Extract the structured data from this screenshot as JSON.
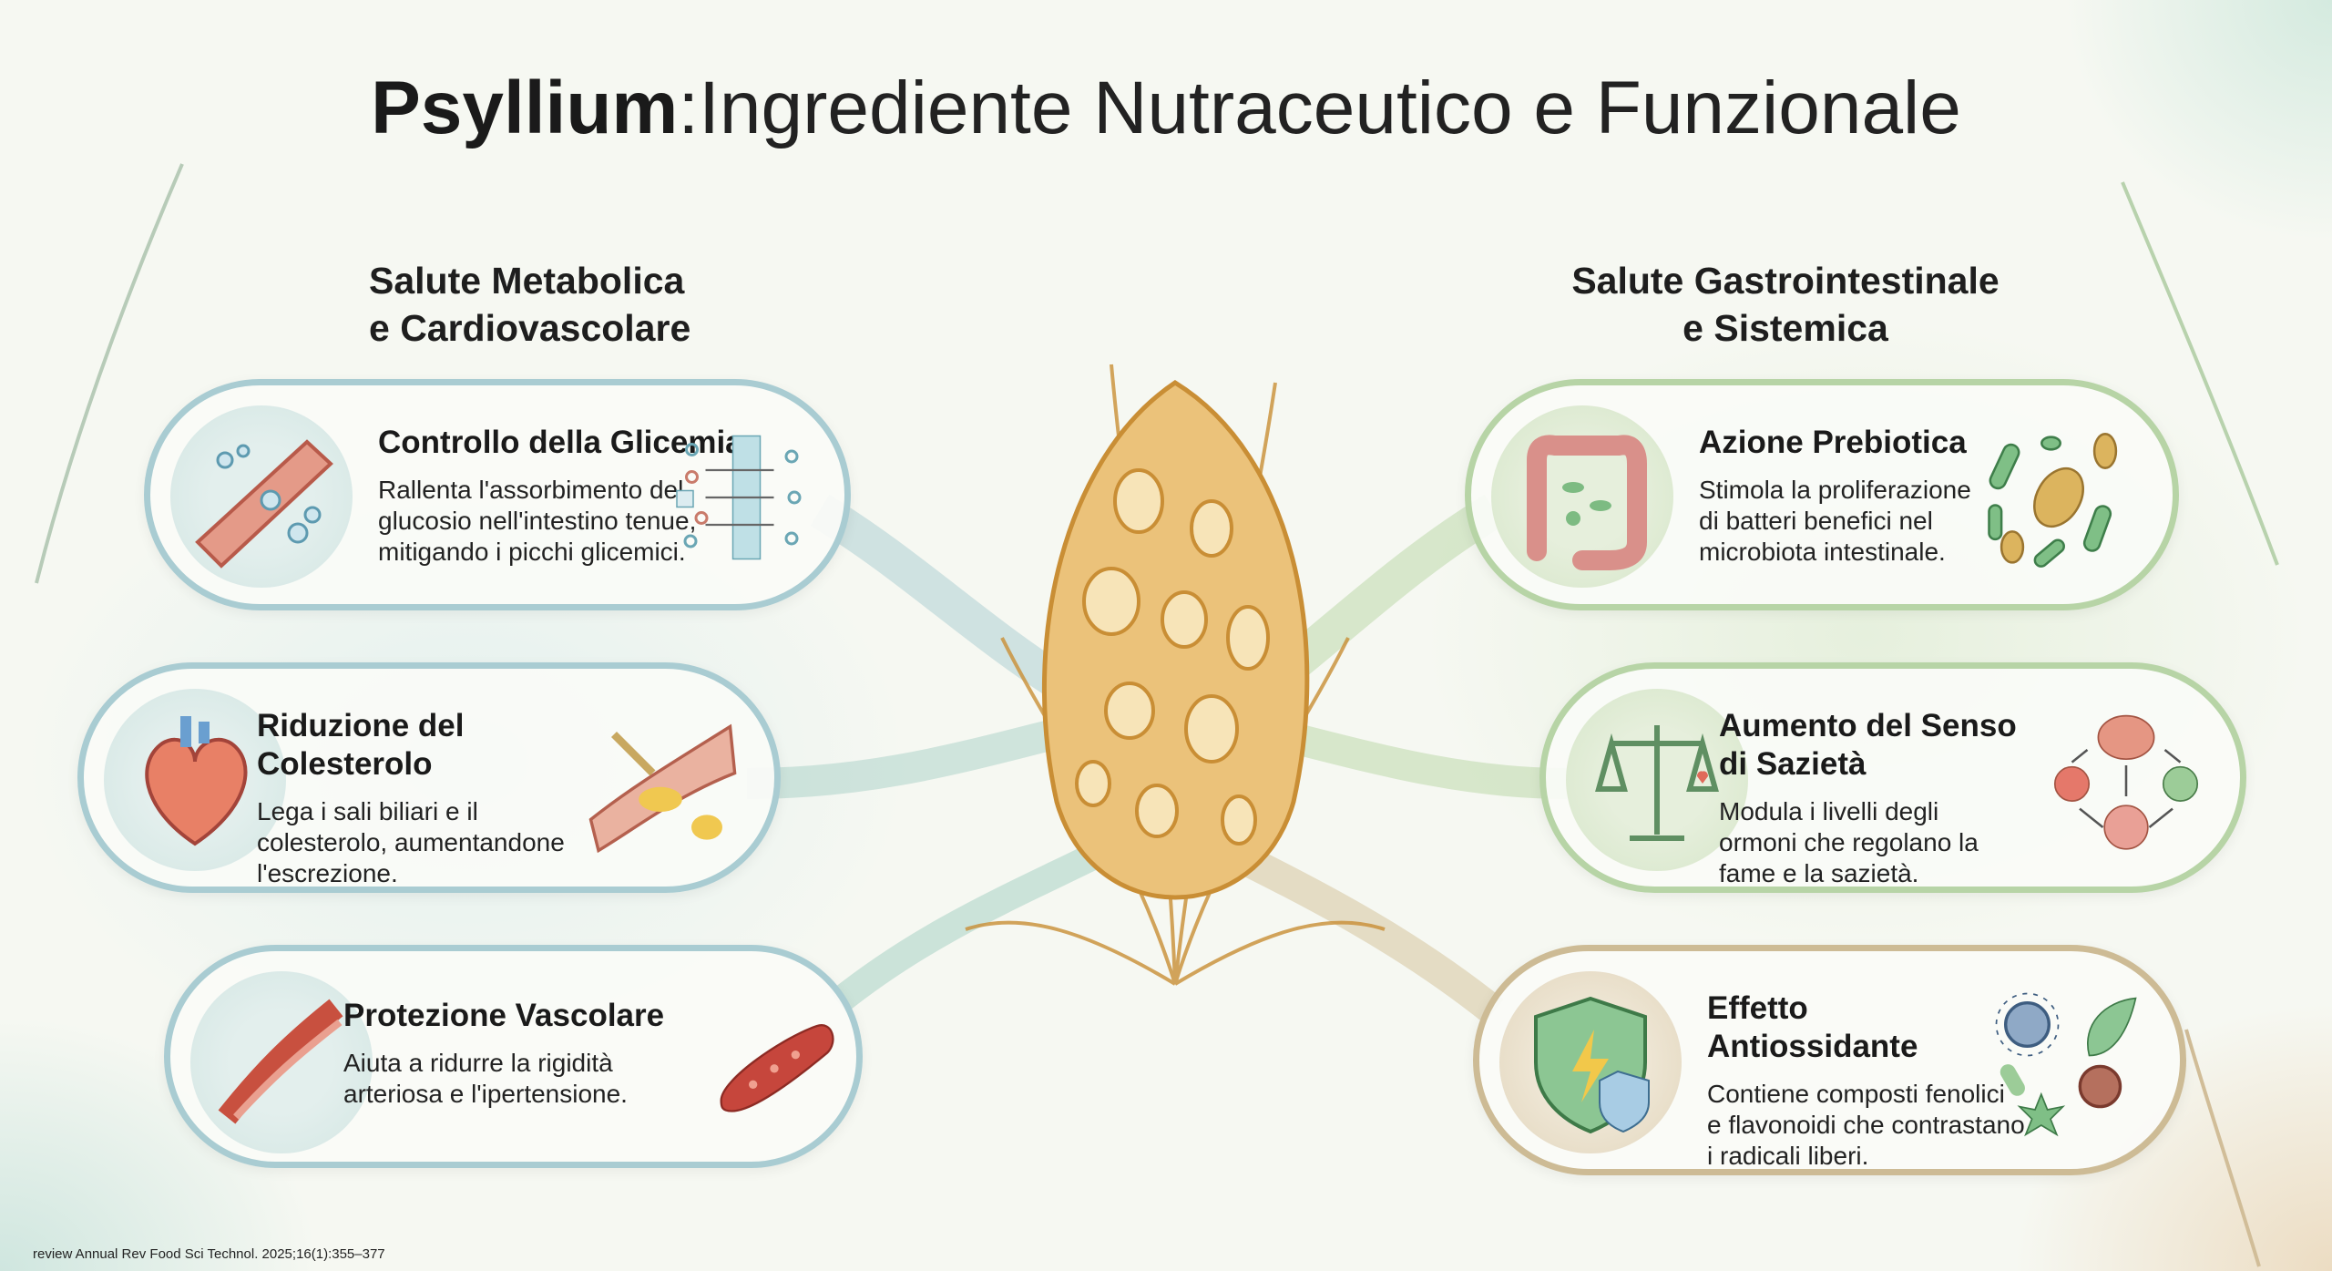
{
  "title": {
    "bold": "Psyllium",
    "rest": ":Ingrediente Nutraceutico e Funzionale"
  },
  "left_section": {
    "line1": "Salute Metabolica",
    "line2": "e Cardiovascolare",
    "cards": [
      {
        "title": "Controllo della Glicemia",
        "body": [
          "Rallenta l'assorbimento del",
          "glucosio nell'intestino tenue,",
          "mitigando i picchi glicemici."
        ],
        "icon": "blood-vessel-icon",
        "illustration": "glucose-absorption-icon"
      },
      {
        "title": [
          "Riduzione del",
          "Colesterolo"
        ],
        "body": [
          "Lega i sali biliari e il",
          "colesterolo, aumentandone",
          "l'escrezione."
        ],
        "icon": "heart-icon",
        "illustration": "artery-plaque-icon"
      },
      {
        "title": "Protezione Vascolare",
        "body": [
          "Aiuta a ridurre la rigidità",
          "arteriosa e l'ipertensione."
        ],
        "icon": "artery-icon",
        "illustration": "blood-vessel-section-icon"
      }
    ]
  },
  "right_section": {
    "line1": "Salute Gastrointestinale",
    "line2": "e Sistemica",
    "cards": [
      {
        "title": "Azione Prebiotica",
        "body": [
          "Stimola la proliferazione",
          "di batteri benefici nel",
          "microbiota intestinale."
        ],
        "icon": "intestine-icon",
        "illustration": "bacteria-icon"
      },
      {
        "title": [
          "Aumento del Senso",
          "di Sazietà"
        ],
        "body": [
          "Modula i livelli degli",
          "ormoni che regolano la",
          "fame e la sazietà."
        ],
        "icon": "balance-scale-icon",
        "illustration": "brain-cycle-icon"
      },
      {
        "title": [
          "Effetto",
          "Antiossidante"
        ],
        "body": [
          "Contiene composti fenolici",
          "e flavonoidi che contrastano",
          "i radicali liberi."
        ],
        "icon": "shield-icon",
        "illustration": "antioxidant-molecules-icon"
      }
    ]
  },
  "footer": "review Annual Rev Food Sci Technol. 2025;16(1):355–377",
  "colors": {
    "blue_border": "#a9ccd2",
    "green_border": "#b7d4a6",
    "tan_border": "#cdbb95",
    "plant": "#e2b25e"
  }
}
